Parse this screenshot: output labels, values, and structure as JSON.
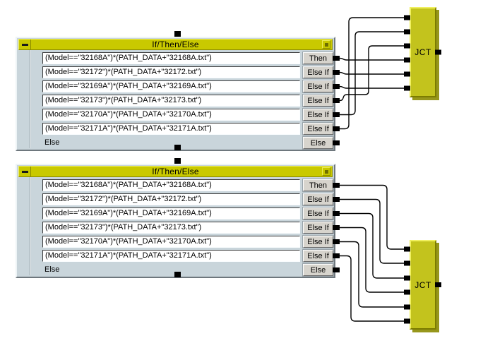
{
  "blocks": [
    {
      "title": "If/Then/Else",
      "conditions": [
        "(Model==\"32168A\")*(PATH_DATA+\"32168A.txt\")",
        "(Model==\"32172\")*(PATH_DATA+\"32172.txt\")",
        "(Model==\"32169A\")*(PATH_DATA+\"32169A.txt\")",
        "(Model==\"32173\")*(PATH_DATA+\"32173.txt\")",
        "(Model==\"32170A\")*(PATH_DATA+\"32170A.txt\")",
        "(Model==\"32171A\")*(PATH_DATA+\"32171A.txt\")"
      ],
      "else_label": "Else",
      "buttons": [
        "Then",
        "Else If",
        "Else If",
        "Else If",
        "Else If",
        "Else If",
        "Else"
      ]
    },
    {
      "title": "If/Then/Else",
      "conditions": [
        "(Model==\"32168A\")*(PATH_DATA+\"32168A.txt\")",
        "(Model==\"32172\")*(PATH_DATA+\"32172.txt\")",
        "(Model==\"32169A\")*(PATH_DATA+\"32169A.txt\")",
        "(Model==\"32173\")*(PATH_DATA+\"32173.txt\")",
        "(Model==\"32170A\")*(PATH_DATA+\"32170A.txt\")",
        "(Model==\"32171A\")*(PATH_DATA+\"32171A.txt\")"
      ],
      "else_label": "Else",
      "buttons": [
        "Then",
        "Else If",
        "Else If",
        "Else If",
        "Else If",
        "Else If",
        "Else"
      ]
    }
  ],
  "junctions": [
    {
      "label": "JCT"
    },
    {
      "label": "JCT"
    }
  ],
  "colors": {
    "title_bar": "#c9c900",
    "title_bar_hl": "#eded5e",
    "title_bar_sh": "#8a8a00",
    "window_body": "#c9d5db",
    "frame_hl": "#eef4f6",
    "frame_sh": "#6e777d",
    "field_bg": "#ffffff",
    "field_border": "#3c3c3c",
    "button_face": "#d7d4cd",
    "button_sh": "#6f6f6f",
    "jct_fill": "#c3c31d",
    "jct_hl": "#f0f060",
    "jct_sh": "#7c7c00",
    "jct_shadow": "#97971c",
    "wire": "#000000"
  }
}
